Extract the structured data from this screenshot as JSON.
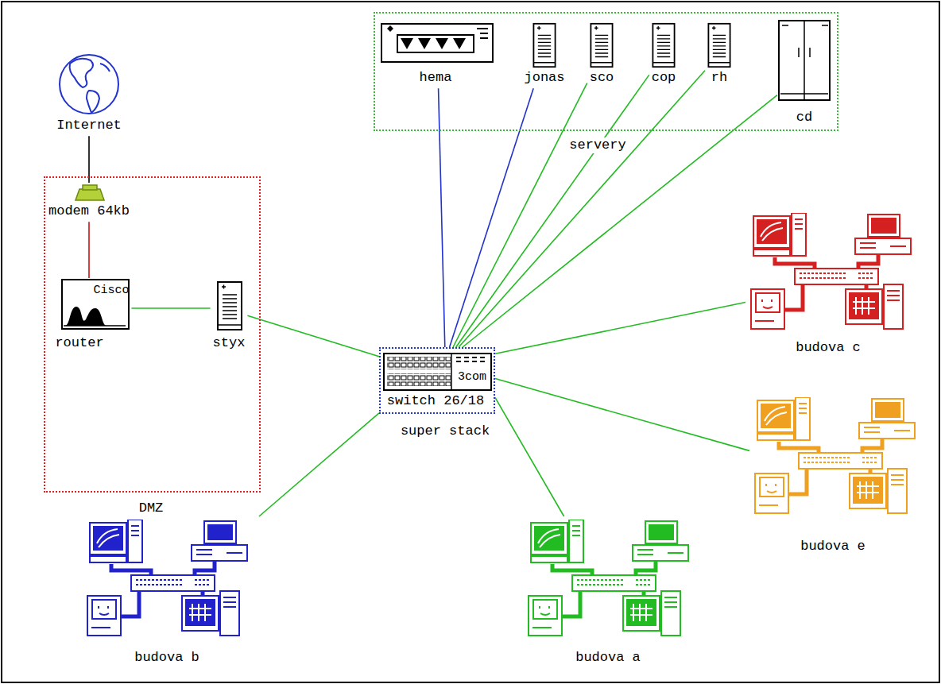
{
  "diagram": {
    "nodes": [
      {
        "text": [
          "servery"
        ]
      },
      {
        "text": [
          "hema"
        ],
        "in": 0
      },
      {
        "text": [
          "jonas"
        ],
        "in": 0
      },
      {
        "text": [
          "sco"
        ],
        "in": 0
      },
      {
        "text": [
          "cop"
        ],
        "in": 0
      },
      {
        "text": [
          "rh"
        ],
        "in": 0
      },
      {
        "text": [
          "cd"
        ],
        "in": 0
      },
      {
        "text": [
          "Internet"
        ]
      },
      {
        "text": [
          "DMZ"
        ]
      },
      {
        "text": [
          "modem 64kb"
        ],
        "in": 8
      },
      {
        "text": [
          "router",
          "Cisco"
        ],
        "in": 8
      },
      {
        "text": [
          "styx"
        ],
        "in": 8
      },
      {
        "text": [
          "switch 26/18",
          "super stack",
          "3com"
        ]
      },
      {
        "text": [
          "budova c"
        ]
      },
      {
        "text": [
          "budova e"
        ]
      },
      {
        "text": [
          "budova b"
        ]
      },
      {
        "text": [
          "budova a"
        ]
      }
    ],
    "edges": [
      {
        "from": 7,
        "to": 9,
        "arrow": "none"
      },
      {
        "from": 9,
        "to": 10,
        "arrow": "none"
      },
      {
        "from": 10,
        "to": 11,
        "arrow": "none"
      },
      {
        "from": 11,
        "to": 12,
        "arrow": "none"
      },
      {
        "from": 1,
        "to": 12,
        "arrow": "none"
      },
      {
        "from": 2,
        "to": 12,
        "arrow": "none"
      },
      {
        "from": 3,
        "to": 12,
        "arrow": "none"
      },
      {
        "from": 4,
        "to": 12,
        "arrow": "none"
      },
      {
        "from": 5,
        "to": 12,
        "arrow": "none"
      },
      {
        "from": 6,
        "to": 12,
        "arrow": "none"
      },
      {
        "from": 12,
        "to": 13,
        "arrow": "none"
      },
      {
        "from": 12,
        "to": 14,
        "arrow": "none"
      },
      {
        "from": 12,
        "to": 15,
        "arrow": "none"
      },
      {
        "from": 12,
        "to": 16,
        "arrow": "none"
      }
    ]
  }
}
